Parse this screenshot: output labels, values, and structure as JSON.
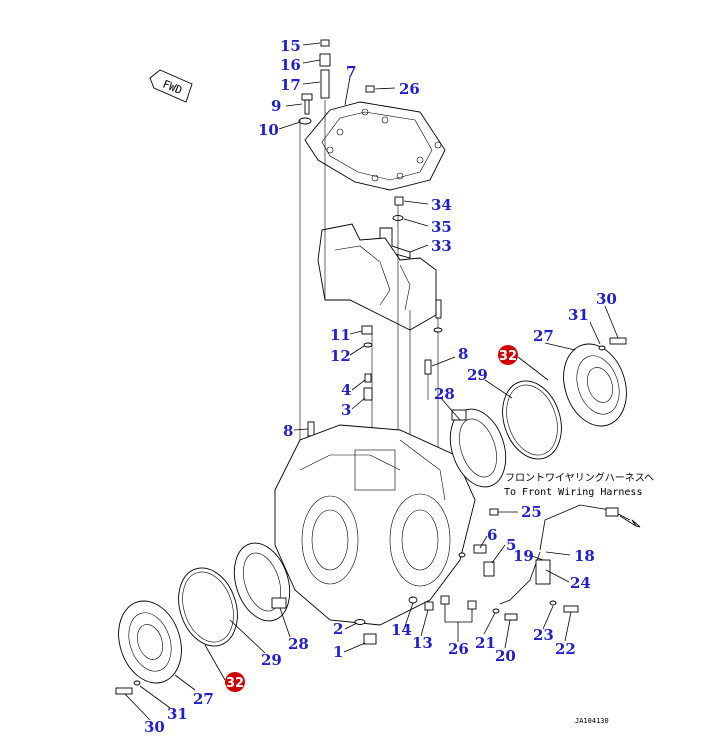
{
  "labels": {
    "p15": "15",
    "p16": "16",
    "p17": "17",
    "p7": "7",
    "p26_top": "26",
    "p9": "9",
    "p10": "10",
    "p34": "34",
    "p35": "35",
    "p33": "33",
    "p30_right": "30",
    "p31_right": "31",
    "p27_right": "27",
    "p32_right": "32",
    "p11": "11",
    "p12": "12",
    "p8_right": "8",
    "p29_right": "29",
    "p4": "4",
    "p3": "3",
    "p28_right": "28",
    "p8_left": "8",
    "p25": "25",
    "p6": "6",
    "p5": "5",
    "p19": "19",
    "p18": "18",
    "p24": "24",
    "p23": "23",
    "p22": "22",
    "p2": "2",
    "p14": "14",
    "p13": "13",
    "p26_bottom": "26",
    "p21": "21",
    "p20": "20",
    "p1": "1",
    "p28_left": "28",
    "p29_left": "29",
    "p27_left": "27",
    "p32_left": "32",
    "p31_left": "31",
    "p30_left": "30"
  },
  "notes": {
    "harness_jp": "フロントワイヤリングハーネスヘ",
    "harness_en": "To Front Wiring Harness",
    "drawing_code": "JA104130",
    "fwd": "FWD"
  },
  "colors": {
    "label_blue": "#1f1fcf",
    "marker_red": "#d00000",
    "line_black": "#000000"
  }
}
